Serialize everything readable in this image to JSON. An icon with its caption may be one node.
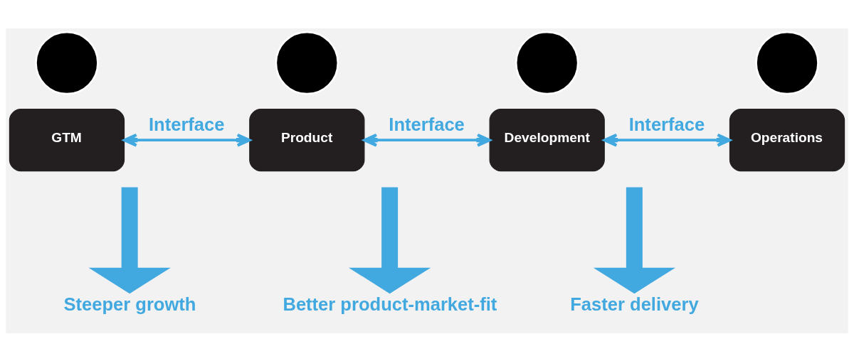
{
  "diagram": {
    "nodes": [
      {
        "text": [],
        "shape": "circle"
      },
      {
        "text": [],
        "shape": "circle"
      },
      {
        "text": [],
        "shape": "circle"
      },
      {
        "text": [],
        "shape": "circle"
      },
      {
        "text": [
          "GTM"
        ]
      },
      {
        "text": [
          "Product"
        ]
      },
      {
        "text": [
          "Development"
        ]
      },
      {
        "text": [
          "Operations"
        ]
      },
      {
        "text": [
          "Steeper growth"
        ]
      },
      {
        "text": [
          "Better product-market-fit"
        ]
      },
      {
        "text": [
          "Faster delivery"
        ]
      }
    ],
    "edges": [
      {
        "from": 4,
        "to": 5,
        "arrow": "both",
        "label": "Interface"
      },
      {
        "from": 5,
        "to": 6,
        "arrow": "both",
        "label": "Interface"
      },
      {
        "from": 6,
        "to": 7,
        "arrow": "both",
        "label": "Interface"
      },
      {
        "from": null,
        "to": 8,
        "arrow": "to",
        "style": "thick"
      },
      {
        "from": null,
        "to": 9,
        "arrow": "to",
        "style": "thick"
      },
      {
        "from": null,
        "to": 10,
        "arrow": "to",
        "style": "thick"
      }
    ]
  }
}
